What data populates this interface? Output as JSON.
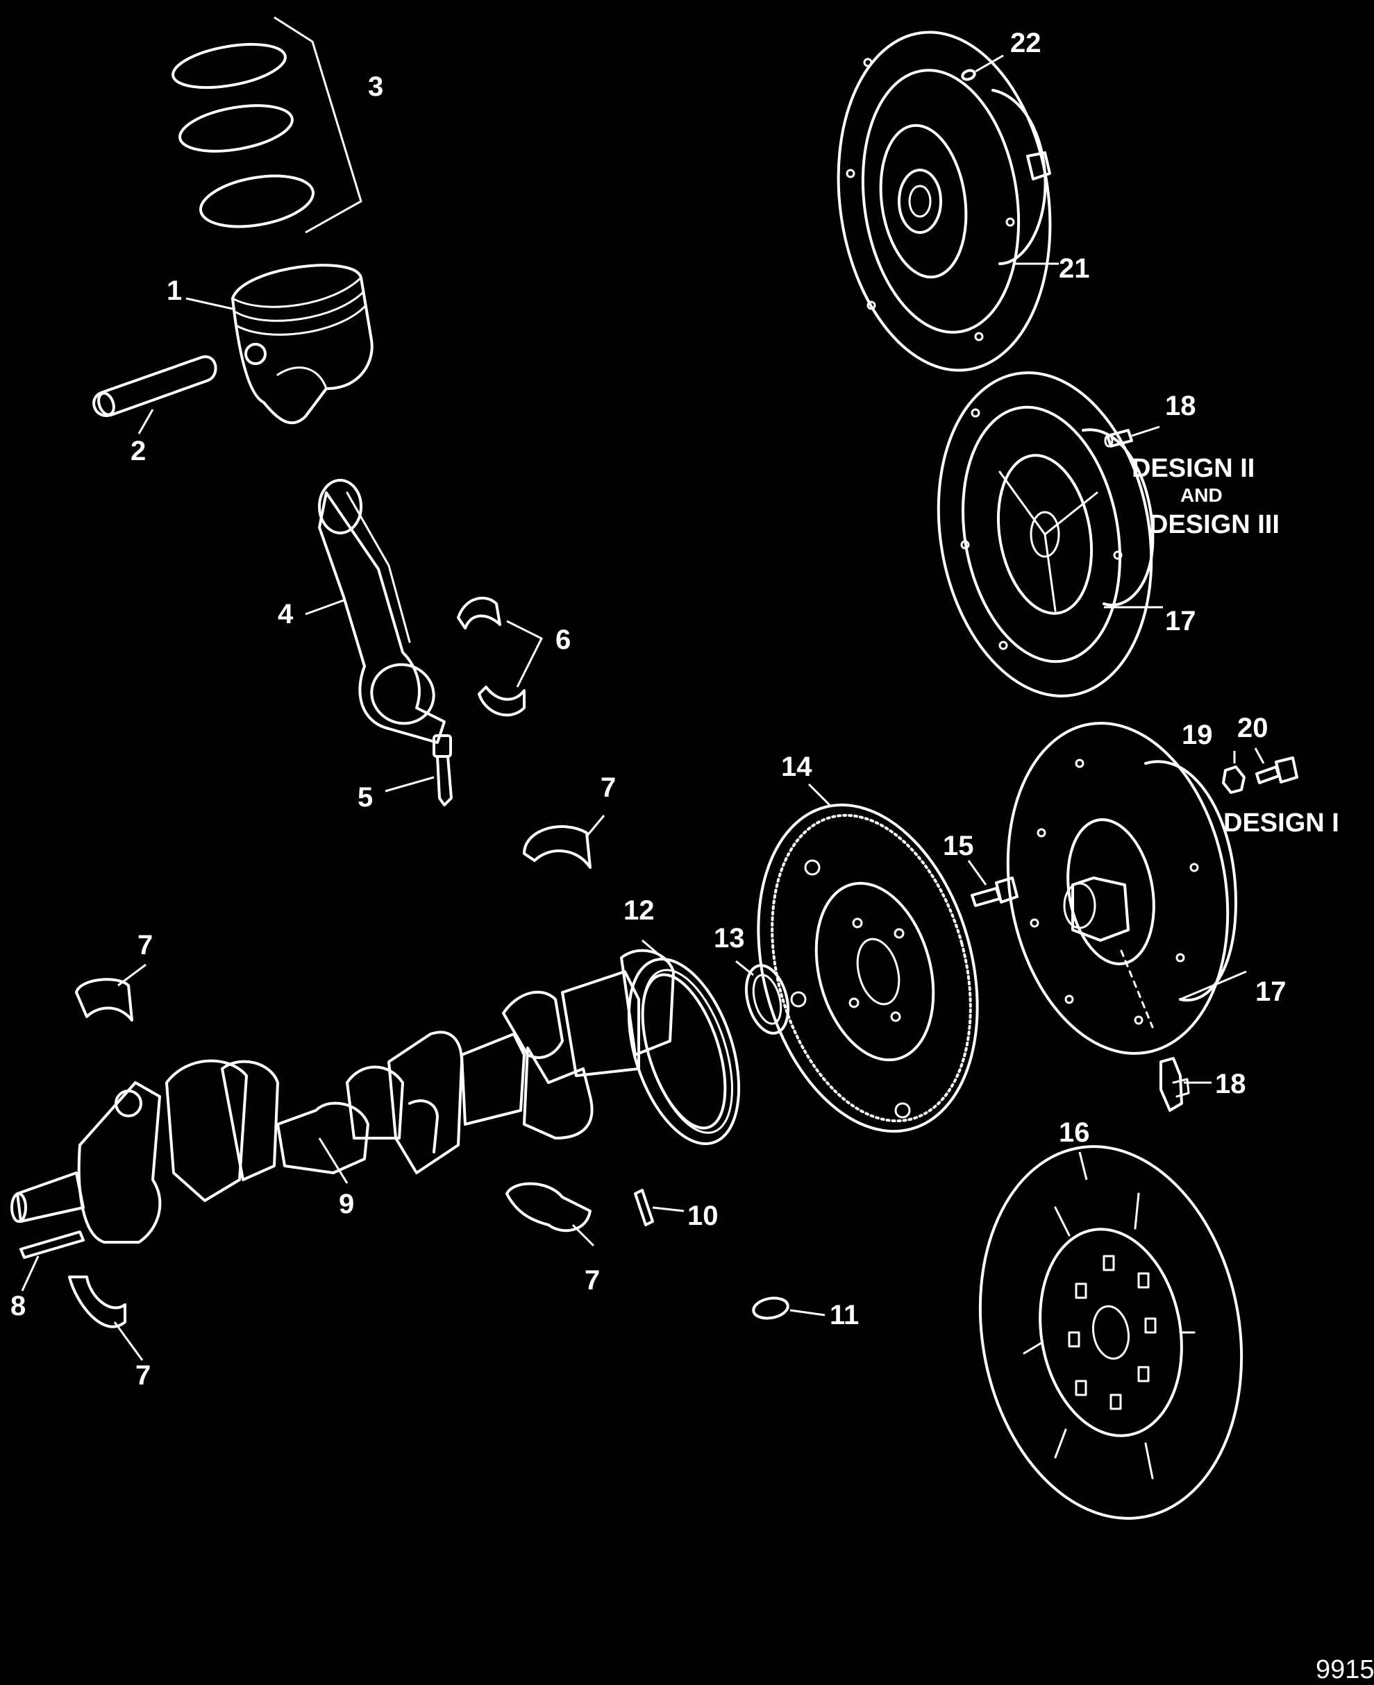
{
  "callouts": {
    "c1": "1",
    "c2": "2",
    "c3": "3",
    "c4": "4",
    "c5": "5",
    "c6": "6",
    "c7a": "7",
    "c7b": "7",
    "c7c": "7",
    "c7d": "7",
    "c8": "8",
    "c9": "9",
    "c10": "10",
    "c11": "11",
    "c12": "12",
    "c13": "13",
    "c14": "14",
    "c15": "15",
    "c16": "16",
    "c17a": "17",
    "c17b": "17",
    "c18a": "18",
    "c18b": "18",
    "c19": "19",
    "c20": "20",
    "c21": "21",
    "c22": "22"
  },
  "design_labels": {
    "design_two": "DESIGN II",
    "and_word": "AND",
    "design_three": "DESIGN III",
    "design_one": "DESIGN I"
  },
  "figure_id": "9915"
}
